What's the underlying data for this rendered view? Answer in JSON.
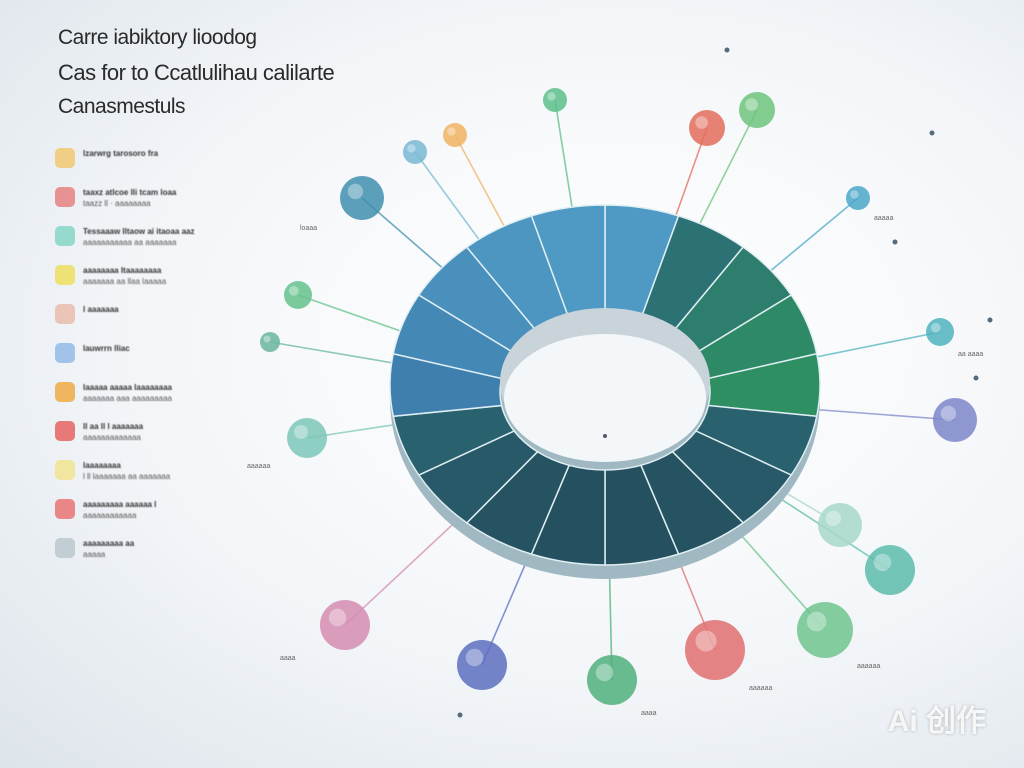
{
  "title": {
    "line1": "Carre iabiktory lioodog",
    "line2": "Cas for to  Ccatlulihau calilarte",
    "line3": "Canasmestuls"
  },
  "legend": [
    {
      "l1": "lzarwrg  tarosoro fra",
      "l2": "",
      "color": "#f2c66a"
    },
    {
      "l1": "taaxz atlcoe lli tcam loaa",
      "l2": "taazz ll · aaaaaaaa",
      "color": "#e57a7a"
    },
    {
      "l1": "Tessaaaw lltaow ai itaoaa aaz",
      "l2": "aaaaaaaaaaa aa aaaaaaa",
      "color": "#7fd3c4"
    },
    {
      "l1": "aaaaaaaa ltaaaaaaaa",
      "l2": "aaaaaaa aa llaa laaaaa",
      "color": "#eedc55"
    },
    {
      "l1": "l aaaaaaa",
      "l2": "",
      "color": "#e8b9a8"
    },
    {
      "l1": "lauwrrn  lliac",
      "l2": "",
      "color": "#8fb7e6"
    },
    {
      "l1": "laaaaa aaaaa laaaaaaaa",
      "l2": "aaaaaaa aaa aaaaaaaaa",
      "color": "#f0a53a"
    },
    {
      "l1": "ll aa ll l aaaaaaa",
      "l2": "aaaaaaaaaaaaa",
      "color": "#e55a5a"
    },
    {
      "l1": "laaaaaaaa",
      "l2": "l ll laaaaaaa aa aaaaaaa",
      "color": "#f1e28a"
    },
    {
      "l1": "aaaaaaaaa aaaaaa l",
      "l2": "aaaaaaaaaaaa",
      "color": "#e86c6c"
    },
    {
      "l1": "aaaaaaaaa aa",
      "l2": "aaaaa",
      "color": "#b9c4cc"
    }
  ],
  "nodes": [
    {
      "label": "loaaa",
      "color": "#3f8fae"
    },
    {
      "label": "",
      "color": "#f0b463"
    },
    {
      "label": "",
      "color": "#78b8d2"
    },
    {
      "label": "",
      "color": "#5bbf8a"
    },
    {
      "label": "",
      "color": "#e36d5b"
    },
    {
      "label": "",
      "color": "#6ec47c"
    },
    {
      "label": "aaaaa",
      "color": "#4aa7c9"
    },
    {
      "label": "",
      "color": "#65c28c"
    },
    {
      "label": "",
      "color": "#6ab69e"
    },
    {
      "label": "aaaaaa",
      "color": "#7cc7b8"
    },
    {
      "label": "aa aaaa",
      "color": "#4fb3bf"
    },
    {
      "label": "",
      "color": "#7d86c9"
    },
    {
      "label": "",
      "color": "#a7d8c9"
    },
    {
      "label": "",
      "color": "#5bbcaa"
    },
    {
      "label": "aaaaaa",
      "color": "#6fc48e"
    },
    {
      "label": "aaaaaa",
      "color": "#e06f6f"
    },
    {
      "label": "aaaa",
      "color": "#4fb07c"
    },
    {
      "label": "",
      "color": "#5d6fc0"
    },
    {
      "label": "aaaa",
      "color": "#d58cb0"
    }
  ],
  "watermark": "Ai 创作",
  "ring_segments": 18,
  "colors": {
    "ring_blue": "#3f7fae",
    "ring_teal": "#2c6a78",
    "ring_green": "#2f9a5c",
    "ring_dark": "#25505f"
  }
}
